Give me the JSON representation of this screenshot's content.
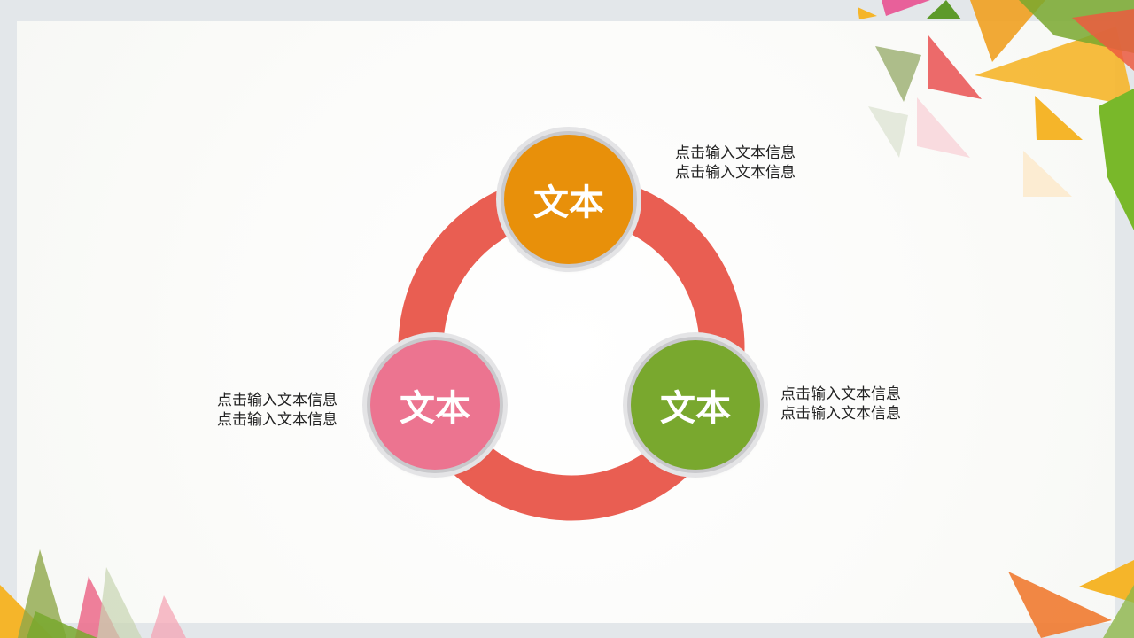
{
  "diagram": {
    "nodes": [
      {
        "label": "文本",
        "color": "#e8900a"
      },
      {
        "label": "文本",
        "color": "#ec7490"
      },
      {
        "label": "文本",
        "color": "#79a82e"
      }
    ],
    "ring_color": "#e95e52",
    "notes": [
      {
        "line1": "点击输入文本信息",
        "line2": "点击输入文本信息"
      },
      {
        "line1": "点击输入文本信息",
        "line2": "点击输入文本信息"
      },
      {
        "line1": "点击输入文本信息",
        "line2": "点击输入文本信息"
      }
    ]
  }
}
